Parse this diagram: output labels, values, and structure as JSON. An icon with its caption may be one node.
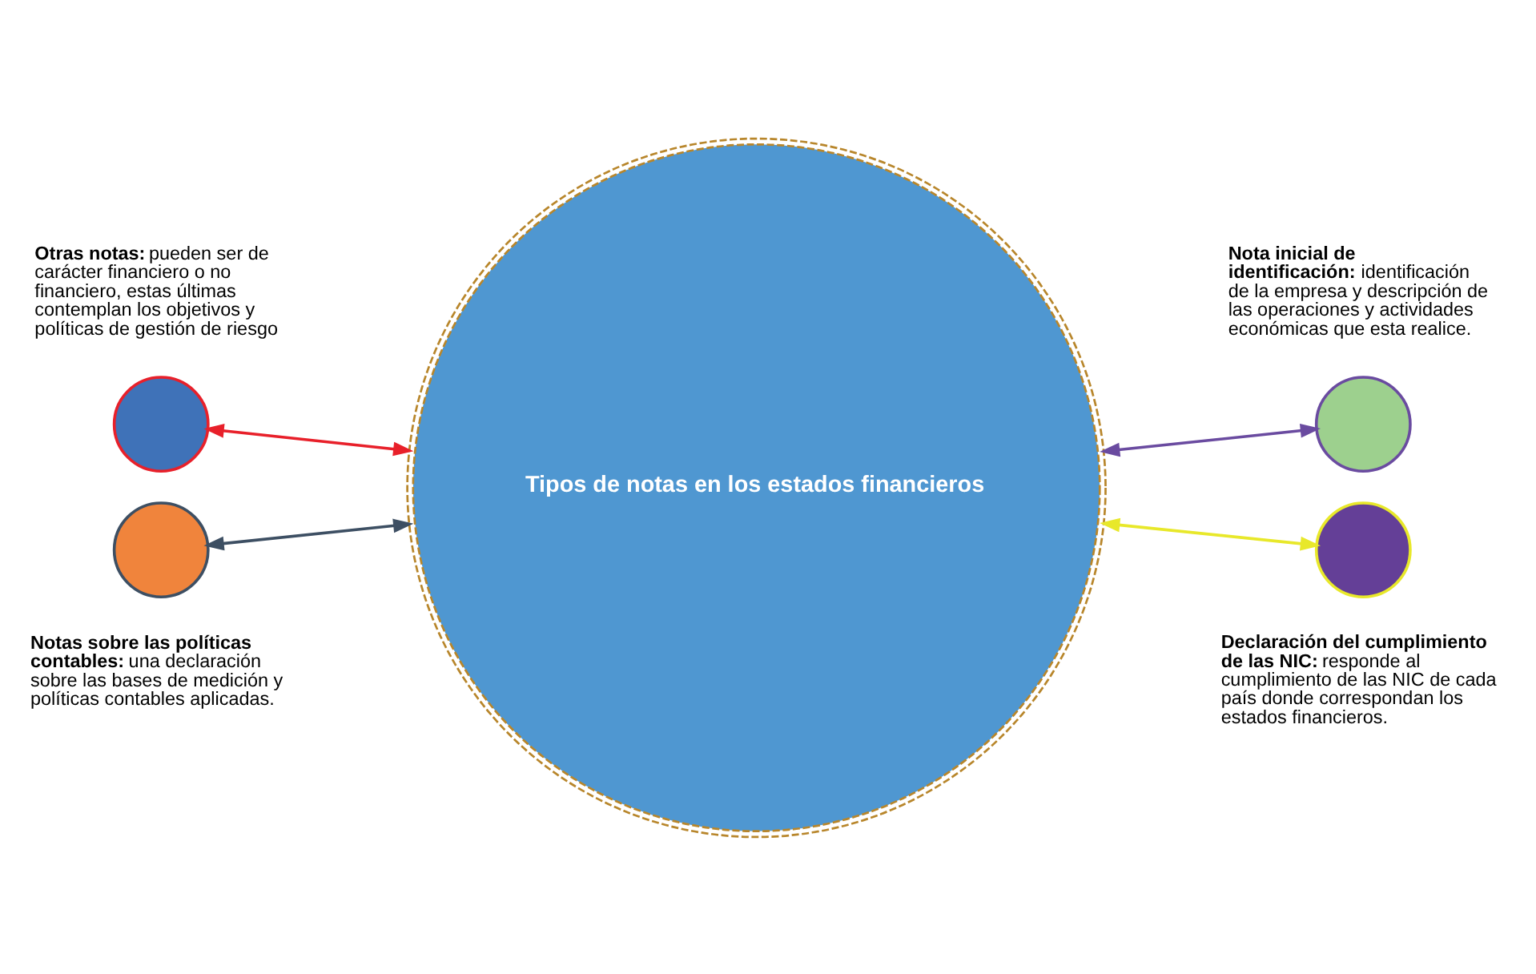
{
  "diagram": {
    "nodes": [
      {
        "text": [],
        "shape": "circle",
        "beside": [
          "**Otras notas:** pueden ser de carácter financiero o no financiero, estas últimas contemplan los objetivos y políticas de gestión de riesgo"
        ]
      },
      {
        "text": [],
        "shape": "circle",
        "beside": [
          "**Nota inicial de identificación:** identificación de la empresa y descripción de las operaciones y actividades económicas que esta realice."
        ]
      },
      {
        "text": [
          "Tipos de notas en los estados financieros"
        ]
      },
      {
        "text": [],
        "shape": "circle",
        "beside": [
          "**Notas sobre las políticas contables:** una declaración sobre las bases de medición y políticas contables aplicadas."
        ]
      },
      {
        "text": [],
        "shape": "circle",
        "beside": [
          "**Declaración del cumplimiento de las NIC:** responde al cumplimiento de las NIC de cada país donde correspondan los estados financieros."
        ]
      }
    ],
    "edges": [
      {
        "from": 0,
        "to": 2,
        "arrow": "both",
        "color": "#e8202a"
      },
      {
        "from": 2,
        "to": 1,
        "arrow": "both",
        "color": "#6a4ba0"
      },
      {
        "from": 3,
        "to": 2,
        "arrow": "both",
        "color": "#3d4f63"
      },
      {
        "from": 2,
        "to": 4,
        "arrow": "both",
        "color": "#e8e82a"
      }
    ]
  }
}
